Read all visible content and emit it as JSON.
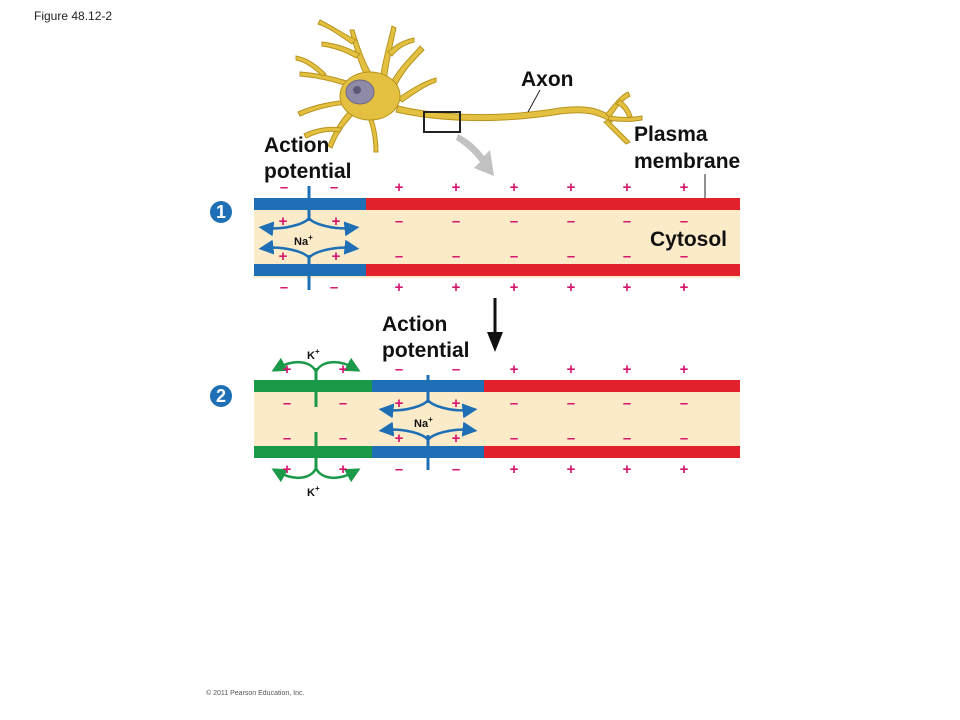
{
  "figure_label": "Figure 48.12-2",
  "labels": {
    "axon": "Axon",
    "plasma_membrane_1": "Plasma",
    "plasma_membrane_2": "membrane",
    "cytosol": "Cytosol",
    "action_potential_1": "Action",
    "action_potential_2": "potential"
  },
  "ions": {
    "sodium_base": "Na",
    "potassium_base": "K",
    "charge_plus": "+"
  },
  "steps": [
    "1",
    "2"
  ],
  "charges": {
    "plus": "+",
    "minus": "–"
  },
  "colors": {
    "membrane_red": "#e2222b",
    "membrane_blue": "#1e6fb6",
    "membrane_green": "#1a9a48",
    "cytosol_fill": "#fbebc8",
    "charge_magenta": "#d4146e",
    "neuron_yellow": "#e3c040",
    "step_badge": "#1e6fb6"
  },
  "copyright": "© 2011 Pearson Education, Inc."
}
